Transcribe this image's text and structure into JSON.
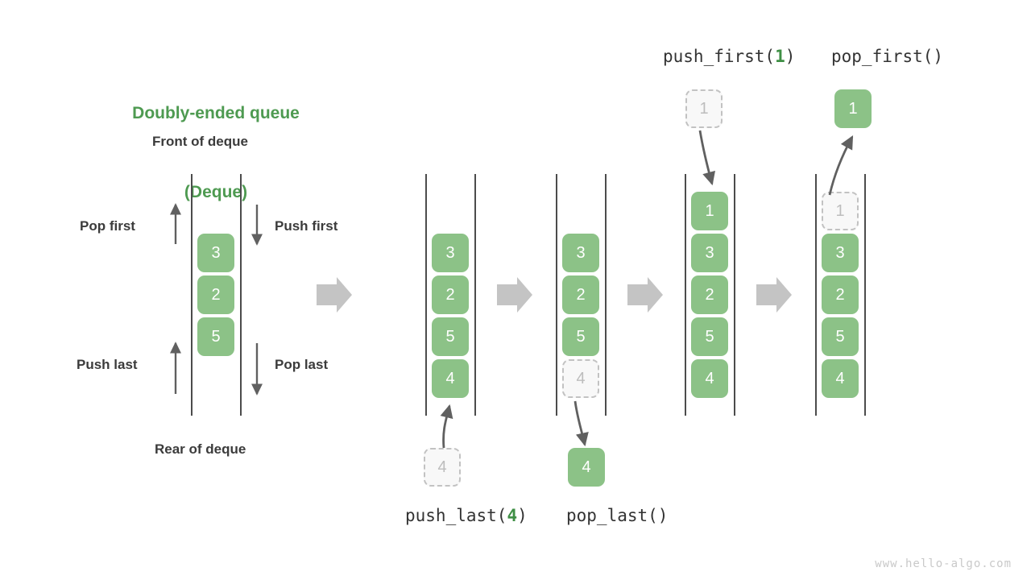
{
  "title": {
    "line1": "Doubly-ended queue",
    "line2": "(Deque)",
    "color": "#4e9a51"
  },
  "labels": {
    "front": "Front of deque",
    "rear": "Rear of deque",
    "pop_first": "Pop first",
    "push_first": "Push first",
    "push_last": "Push last",
    "pop_last": "Pop last"
  },
  "captions": {
    "push_last_name": "push_last(",
    "push_last_arg": "4",
    "push_last_close": ")",
    "pop_last": "pop_last()",
    "push_first_name": "push_first(",
    "push_first_arg": "1",
    "push_first_close": ")",
    "pop_first": "pop_first()"
  },
  "watermark": "www.hello-algo.com",
  "colors": {
    "cell_fill": "#8cc287",
    "cell_text": "#ffffff",
    "ghost_fill": "#f8f8f8",
    "ghost_border": "#c2c2c2",
    "ghost_text": "#bdbdbd",
    "rail": "#4c4c4c",
    "arrow_gray": "#606060",
    "block_arrow": "#c4c4c4",
    "accent_green": "#3f8f45",
    "label_text": "#3b3b3b",
    "watermark": "#c9c9c9"
  },
  "chart_data": {
    "type": "diagram",
    "title": "Doubly-ended queue (Deque)",
    "panels": [
      {
        "name": "base-deque",
        "operations": [
          "Pop first",
          "Push first",
          "Push last",
          "Pop last"
        ],
        "cells": [
          {
            "value": "3",
            "state": "filled"
          },
          {
            "value": "2",
            "state": "filled"
          },
          {
            "value": "5",
            "state": "filled"
          }
        ]
      },
      {
        "name": "push-last-result",
        "caption": "push_last(4)",
        "cells": [
          {
            "value": "3",
            "state": "filled"
          },
          {
            "value": "2",
            "state": "filled"
          },
          {
            "value": "5",
            "state": "filled"
          },
          {
            "value": "4",
            "state": "filled"
          }
        ],
        "external": [
          {
            "value": "4",
            "state": "ghost",
            "position": "below"
          }
        ]
      },
      {
        "name": "pop-last-result",
        "caption": "pop_last()",
        "cells": [
          {
            "value": "3",
            "state": "filled"
          },
          {
            "value": "2",
            "state": "filled"
          },
          {
            "value": "5",
            "state": "filled"
          },
          {
            "value": "4",
            "state": "ghost"
          }
        ],
        "external": [
          {
            "value": "4",
            "state": "filled",
            "position": "below"
          }
        ]
      },
      {
        "name": "push-first-result",
        "caption": "push_first(1)",
        "cells": [
          {
            "value": "1",
            "state": "filled"
          },
          {
            "value": "3",
            "state": "filled"
          },
          {
            "value": "2",
            "state": "filled"
          },
          {
            "value": "5",
            "state": "filled"
          },
          {
            "value": "4",
            "state": "filled"
          }
        ],
        "external": [
          {
            "value": "1",
            "state": "ghost",
            "position": "above"
          }
        ]
      },
      {
        "name": "pop-first-result",
        "caption": "pop_first()",
        "cells": [
          {
            "value": "1",
            "state": "ghost"
          },
          {
            "value": "3",
            "state": "filled"
          },
          {
            "value": "2",
            "state": "filled"
          },
          {
            "value": "5",
            "state": "filled"
          },
          {
            "value": "4",
            "state": "filled"
          }
        ],
        "external": [
          {
            "value": "1",
            "state": "filled",
            "position": "above"
          }
        ]
      }
    ]
  },
  "cells": {
    "p1": [
      "3",
      "2",
      "5"
    ],
    "p2": [
      "3",
      "2",
      "5",
      "4"
    ],
    "p2_ext": "4",
    "p3": [
      "3",
      "2",
      "5",
      "4"
    ],
    "p3_ext": "4",
    "p4": [
      "1",
      "3",
      "2",
      "5",
      "4"
    ],
    "p4_ext": "1",
    "p5": [
      "1",
      "3",
      "2",
      "5",
      "4"
    ],
    "p5_ext": "1"
  }
}
